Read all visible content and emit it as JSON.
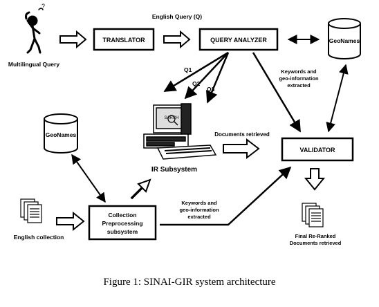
{
  "diagram": {
    "nodes": {
      "multilingual_query": "Multilingual Query",
      "translator": "TRANSLATOR",
      "query_analyzer": "QUERY ANALYZER",
      "geonames_top": "GeoNames",
      "geonames_left": "GeoNames",
      "ir_subsystem": "IR Subsystem",
      "validator": "VALIDATOR",
      "english_collection": "English collection",
      "collection_preprocessing": [
        "Collection",
        "Preprocessing",
        "subsystem"
      ],
      "final_reranked": [
        "Final Re-Ranked",
        "Documents retrieved"
      ],
      "screen_text": "SARCH"
    },
    "edge_labels": {
      "english_query": "English Query (Q)",
      "q1": "Q1",
      "q2": "Q2",
      "q3": "Q3",
      "keywords_top": [
        "Keywords and",
        "geo-information",
        "extracted"
      ],
      "documents_retrieved": "Documents retrieved",
      "keywords_bottom": [
        "Keywords and",
        "geo-information",
        "extracted"
      ]
    }
  },
  "caption": "Figure 1: SINAI-GIR system architecture"
}
